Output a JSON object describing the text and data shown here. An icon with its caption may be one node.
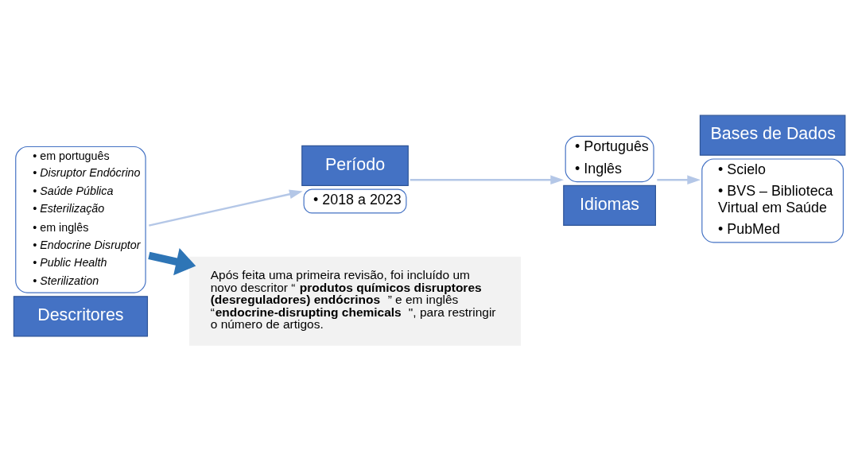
{
  "diagram": {
    "nodes": [
      {
        "text": [
          "• em português",
          "• Disruptor Endócrino",
          "• Saúde Pública",
          "• Esterilização",
          "• em inglês",
          "• Endocrine Disruptor",
          "• Public Health",
          "• Sterilization",
          "Descritores"
        ]
      },
      {
        "text": [
          "Período",
          "• 2018 a 2023"
        ]
      },
      {
        "text": [
          "• Português",
          "• Inglês",
          "Idiomas"
        ]
      },
      {
        "text": [
          "Bases de Dados",
          "• Scielo",
          "• BVS – Biblioteca Virtual em Saúde",
          "• PubMed"
        ]
      },
      {
        "text": [
          "Após feita uma primeira revisão, foi incluído um novo descritor “**produtos químicos disruptores (desreguladores) endócrinos**” e em inglês “**endocrine-disrupting chemicals**\", para restringir o número de artigos."
        ]
      }
    ],
    "edges": [
      {
        "from": 0,
        "to": 1,
        "arrow": "to"
      },
      {
        "from": 1,
        "to": 2,
        "arrow": "to"
      },
      {
        "from": 2,
        "to": 3,
        "arrow": "to"
      },
      {
        "from": 0,
        "to": 4,
        "arrow": "to",
        "style": "thick",
        "color": "#2e75b6"
      }
    ]
  }
}
